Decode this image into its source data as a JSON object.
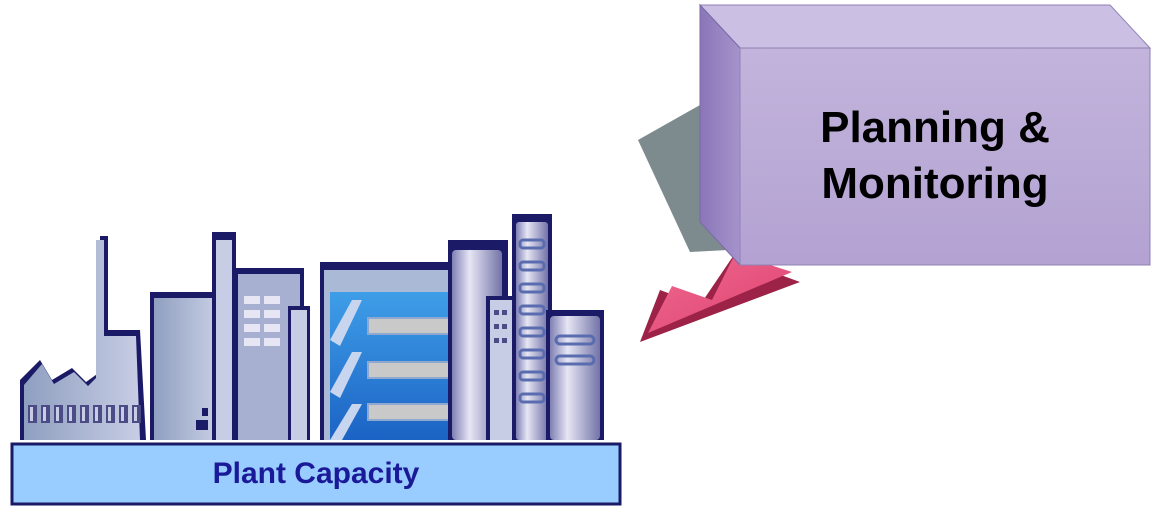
{
  "box": {
    "line1": "Planning &",
    "line2": "Monitoring"
  },
  "plant": {
    "label": "Plant Capacity"
  },
  "colors": {
    "box_front": "#b9a9d6",
    "box_top": "#c9bde2",
    "box_side": "#9886c2",
    "box_shadow": "#7d8a8e",
    "arrow": "#e8557f",
    "arrow_dark": "#a8284e",
    "base_fill": "#99ccff",
    "base_stroke": "#1a1a66",
    "label_text": "#1a1a99",
    "building_outline": "#1a1a66"
  },
  "icons": [
    "factory-illustration",
    "lightning-arrow"
  ]
}
